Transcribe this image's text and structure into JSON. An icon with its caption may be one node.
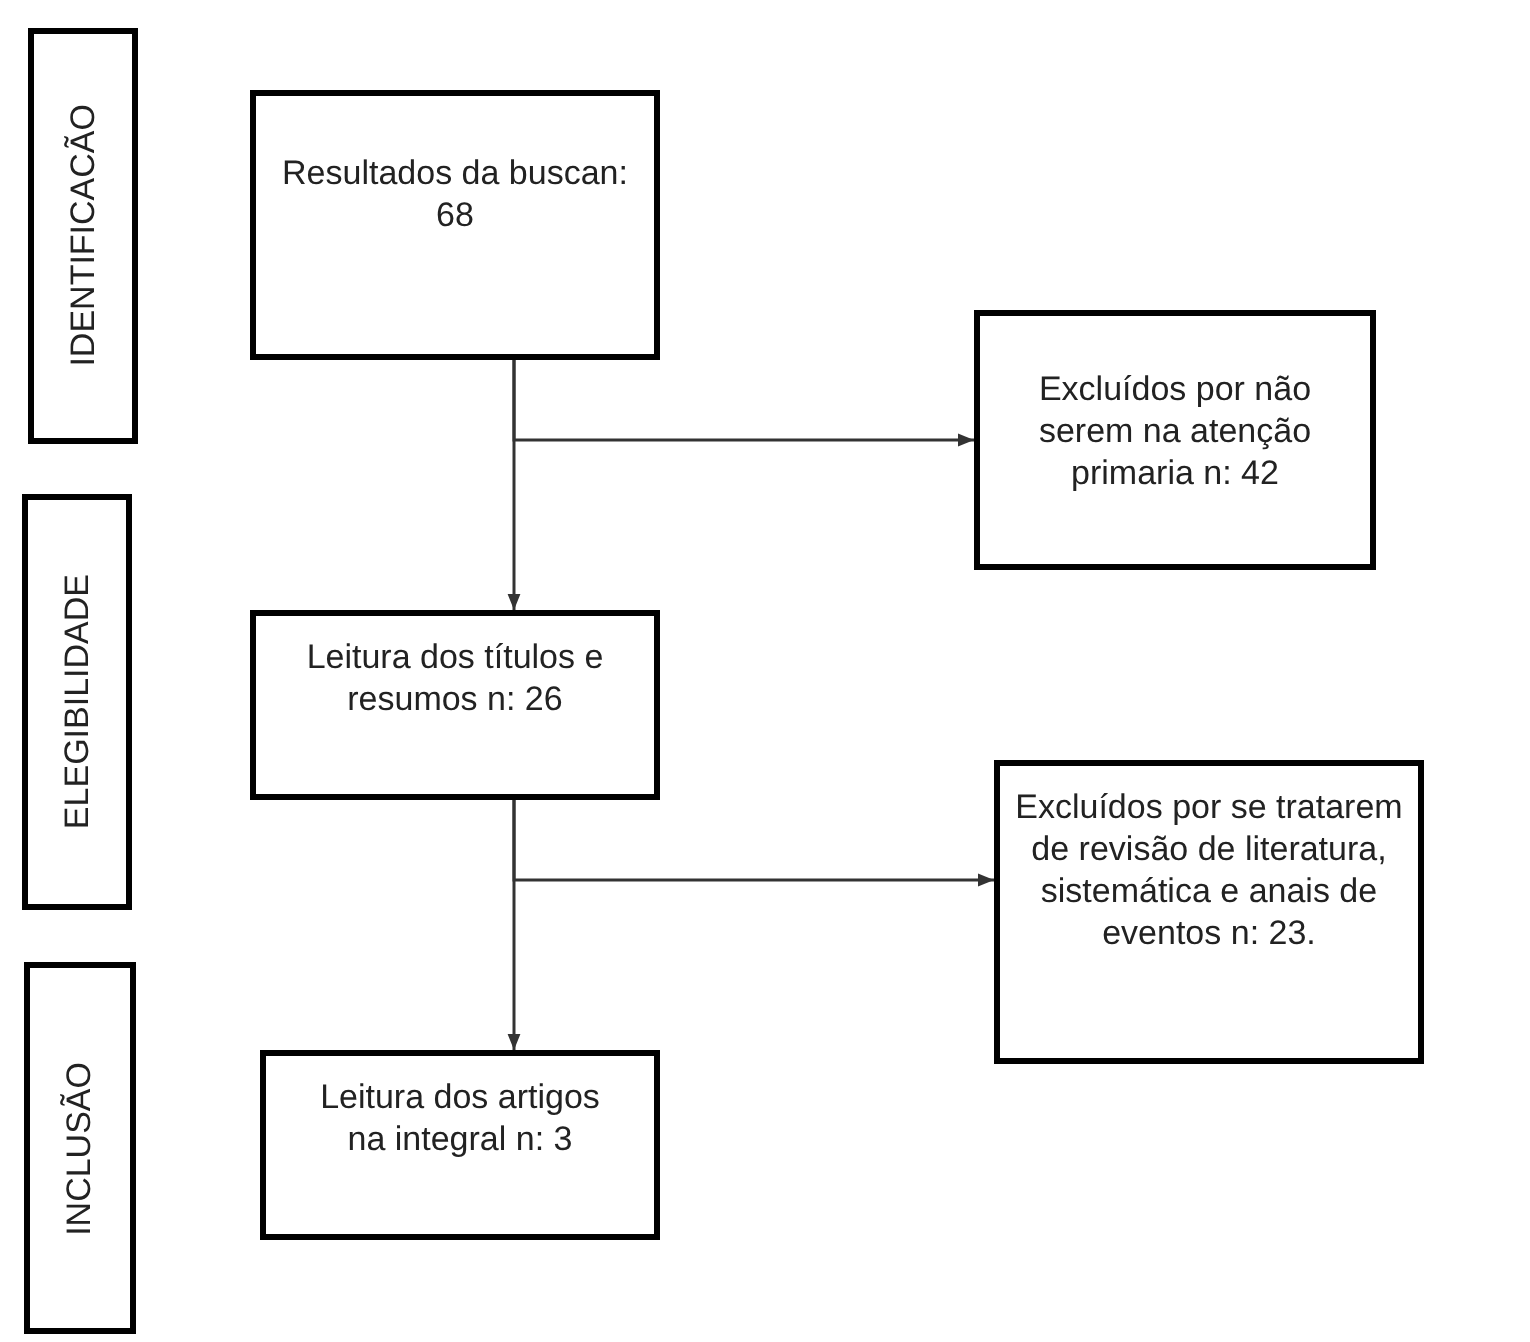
{
  "diagram": {
    "nodes": [
      {
        "text": [
          "IDENTIFICACÃO"
        ]
      },
      {
        "text": [
          "ELEGIBILIDADE"
        ]
      },
      {
        "text": [
          "INCLUSÃO"
        ]
      },
      {
        "text": [
          "Resultados da buscan: 68"
        ]
      },
      {
        "text": [
          "Excluídos por não serem na atenção primaria n: 42"
        ]
      },
      {
        "text": [
          "Leitura dos títulos e resumos n: 26"
        ]
      },
      {
        "text": [
          "Excluídos por se tratarem de revisão de literatura, sistemática e anais de eventos n: 23."
        ]
      },
      {
        "text": [
          "Leitura dos artigos na integral n: 3"
        ]
      }
    ],
    "edges": [
      {
        "from": 3,
        "to": 5,
        "arrow": "to"
      },
      {
        "from": 3,
        "to": 4,
        "arrow": "to"
      },
      {
        "from": 5,
        "to": 7,
        "arrow": "to"
      },
      {
        "from": 5,
        "to": 6,
        "arrow": "to"
      }
    ]
  }
}
